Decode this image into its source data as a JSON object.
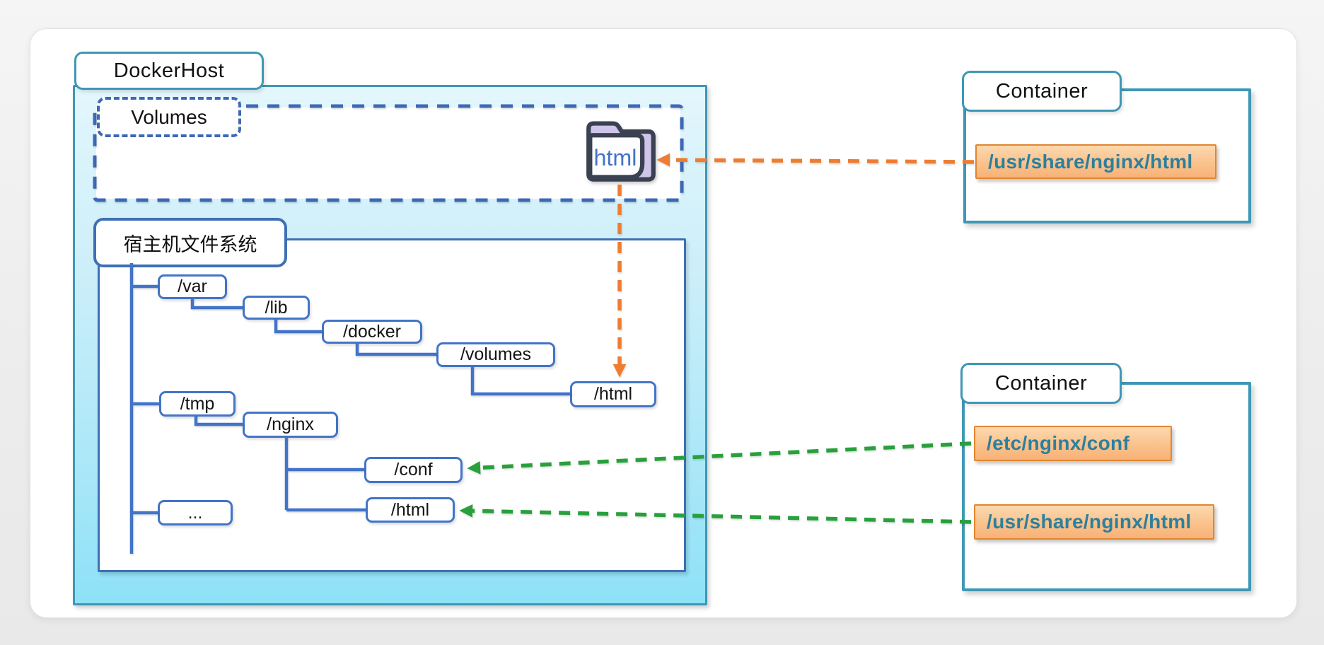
{
  "docker_host": {
    "label": "DockerHost"
  },
  "volumes": {
    "label": "Volumes",
    "folder_label": "html"
  },
  "filesystem": {
    "label": "宿主机文件系统",
    "nodes": {
      "var": "/var",
      "lib": "/lib",
      "docker": "/docker",
      "volumes": "/volumes",
      "html_volume": "/html",
      "tmp": "/tmp",
      "nginx": "/nginx",
      "conf": "/conf",
      "html_nginx": "/html",
      "ellipsis": "..."
    }
  },
  "containers": [
    {
      "label": "Container",
      "paths": [
        "/usr/share/nginx/html"
      ]
    },
    {
      "label": "Container",
      "paths": [
        "/etc/nginx/conf",
        "/usr/share/nginx/html"
      ]
    }
  ],
  "colors": {
    "host_border_teal": "#3e97b5",
    "host_fill_top": "#e3f6fc",
    "host_fill_bottom": "#8ee1f7",
    "tree_border_blue": "#4274c8",
    "volumes_dash_blue": "#3c68b4",
    "volume_arrow_orange": "#ed7d31",
    "bind_arrow_green": "#28a03c",
    "path_box_fill": "#fac28b",
    "path_box_border": "#e2862e",
    "path_text_teal": "#2d7f9d",
    "folder_back_lavender": "#cfc5ea",
    "folder_outline": "#3a4150",
    "folder_text_blue": "#4472c4"
  }
}
